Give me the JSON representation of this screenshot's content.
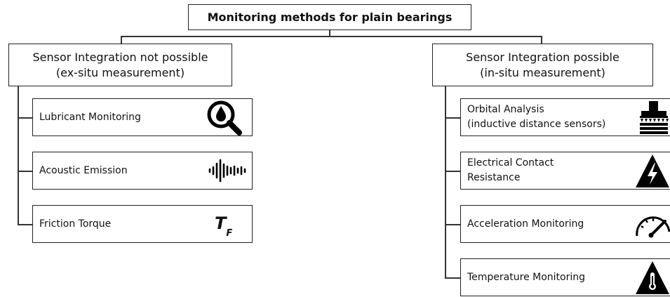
{
  "title": "Monitoring methods for plain bearings",
  "left": {
    "heading_line1": "Sensor Integration not possible",
    "heading_line2": "(ex-situ measurement)",
    "items": [
      {
        "label": "Lubricant Monitoring",
        "icon": "magnifier-drop-icon"
      },
      {
        "label": "Acoustic Emission",
        "icon": "sound-wave-icon"
      },
      {
        "label": "Friction Torque",
        "icon": "torque-symbol-icon",
        "symbol": "T",
        "subscript": "F"
      }
    ]
  },
  "right": {
    "heading_line1": "Sensor Integration possible",
    "heading_line2": "(in-situ measurement)",
    "items": [
      {
        "label_line1": "Orbital Analysis",
        "label_line2": "(inductive distance sensors)",
        "icon": "bearing-sensor-icon"
      },
      {
        "label_line1": "Electrical Contact",
        "label_line2": "Resistance",
        "icon": "high-voltage-warning-icon"
      },
      {
        "label_line1": "Acceleration Monitoring",
        "label_line2": "",
        "icon": "speedometer-icon"
      },
      {
        "label_line1": "Temperature Monitoring",
        "label_line2": "",
        "icon": "thermometer-warning-icon"
      }
    ]
  }
}
